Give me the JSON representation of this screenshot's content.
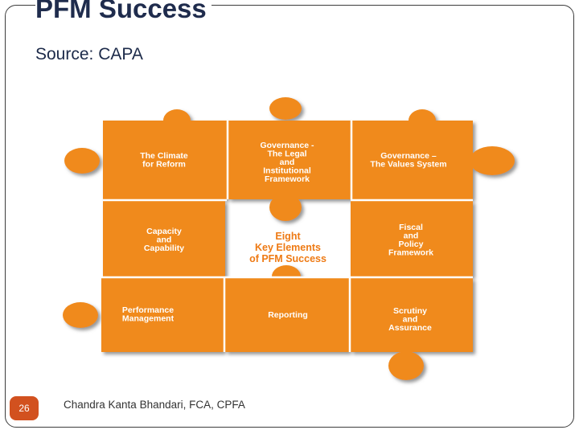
{
  "slide": {
    "title": "PFM Success",
    "subtitle": "Source: CAPA",
    "page_number": "26",
    "footer": "Chandra Kanta Bhandari, FCA, CPFA"
  },
  "diagram": {
    "piece_color": "#f08a1e",
    "shadow_color": "#9a9a9a",
    "pieces": [
      {
        "lines": [
          "The Climate",
          "for Reform"
        ]
      },
      {
        "lines": [
          "Governance -",
          "The Legal",
          "and",
          "Institutional",
          "Framework"
        ]
      },
      {
        "lines": [
          "Governance –",
          "The Values System"
        ]
      },
      {
        "lines": [
          "Capacity",
          "and",
          "Capability"
        ]
      },
      {
        "lines": [
          "Fiscal",
          "and",
          "Policy",
          "Framework"
        ]
      },
      {
        "lines": [
          "Performance",
          "Management"
        ]
      },
      {
        "lines": [
          "Reporting"
        ]
      },
      {
        "lines": [
          "Scrutiny",
          "and",
          "Assurance"
        ]
      }
    ],
    "center": {
      "lines": [
        "Eight",
        "Key Elements",
        "of PFM Success"
      ]
    }
  }
}
